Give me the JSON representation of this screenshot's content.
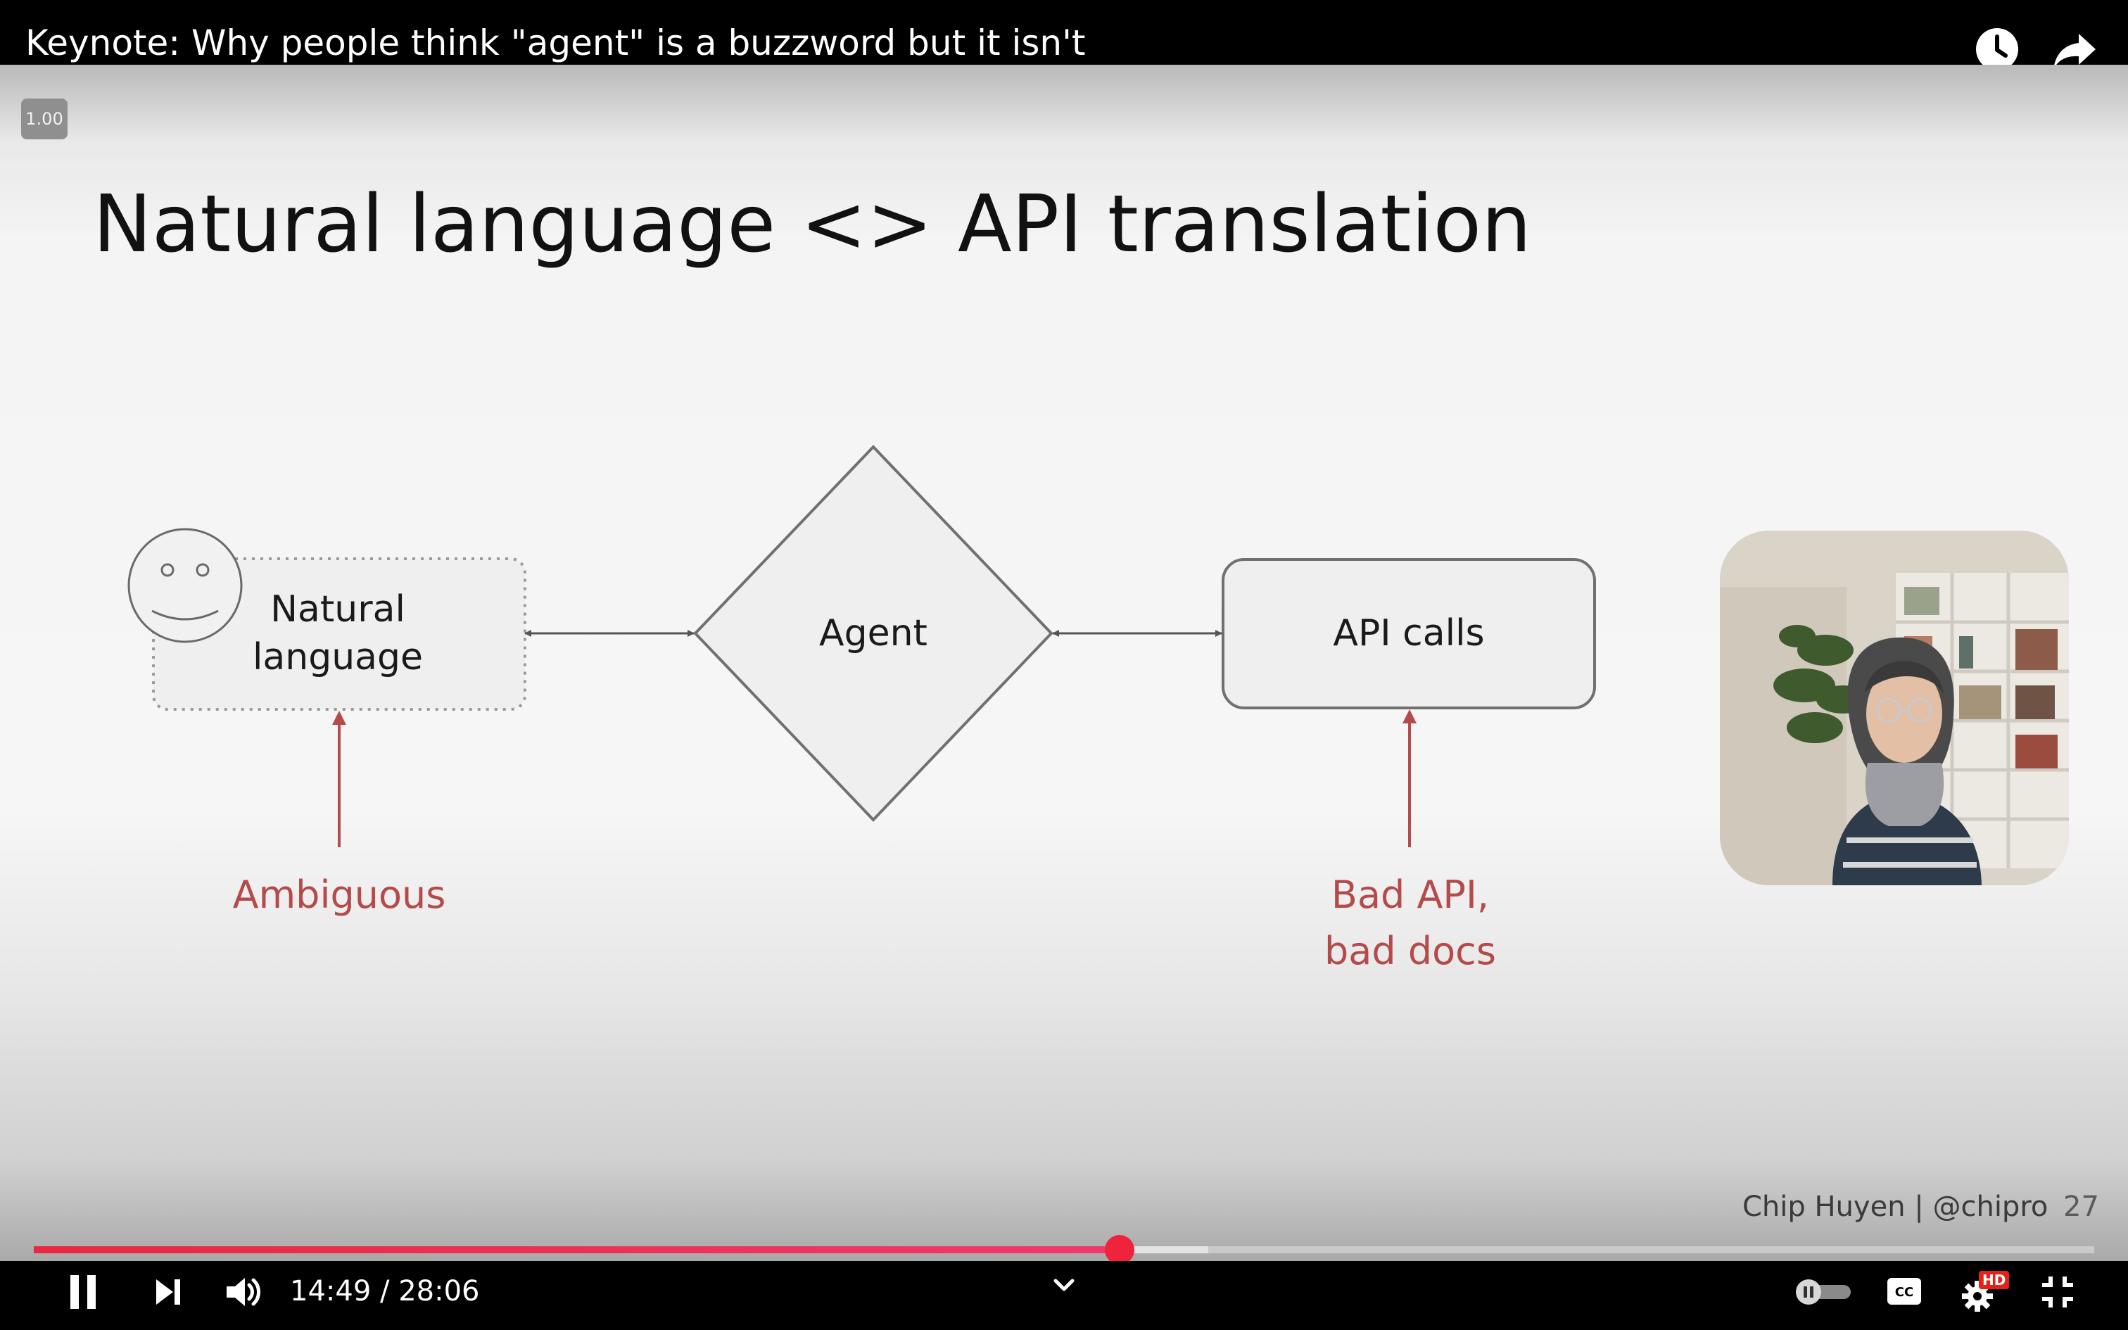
{
  "video": {
    "title": "Keynote: Why people think \"agent\" is a buzzword but it isn't",
    "playback_speed": "1.00",
    "current_time": "14:49",
    "time_separator": "/",
    "duration": "28:06",
    "played_fraction": 0.527,
    "buffered_fraction": 0.57
  },
  "slide": {
    "title": "Natural language <> API translation",
    "nodes": {
      "natural_language": [
        "Natural",
        "language"
      ],
      "agent": "Agent",
      "api_calls": "API calls"
    },
    "issues": {
      "ambiguous": "Ambiguous",
      "bad_api": [
        "Bad API,",
        "bad docs"
      ]
    },
    "credit": "Chip Huyen | @chipro",
    "page_number": "27",
    "issue_color": "#b54a4a"
  },
  "controls": {
    "play_state": "playing",
    "hd_badge": "HD",
    "icons": [
      "pause-icon",
      "next-icon",
      "volume-icon",
      "chevron-down-icon",
      "autoplay-toggle-icon",
      "captions-icon",
      "settings-icon",
      "exit-fullscreen-icon",
      "watch-later-icon",
      "share-icon"
    ]
  },
  "colors": {
    "accent": "#f0233c",
    "background": "#000000"
  }
}
